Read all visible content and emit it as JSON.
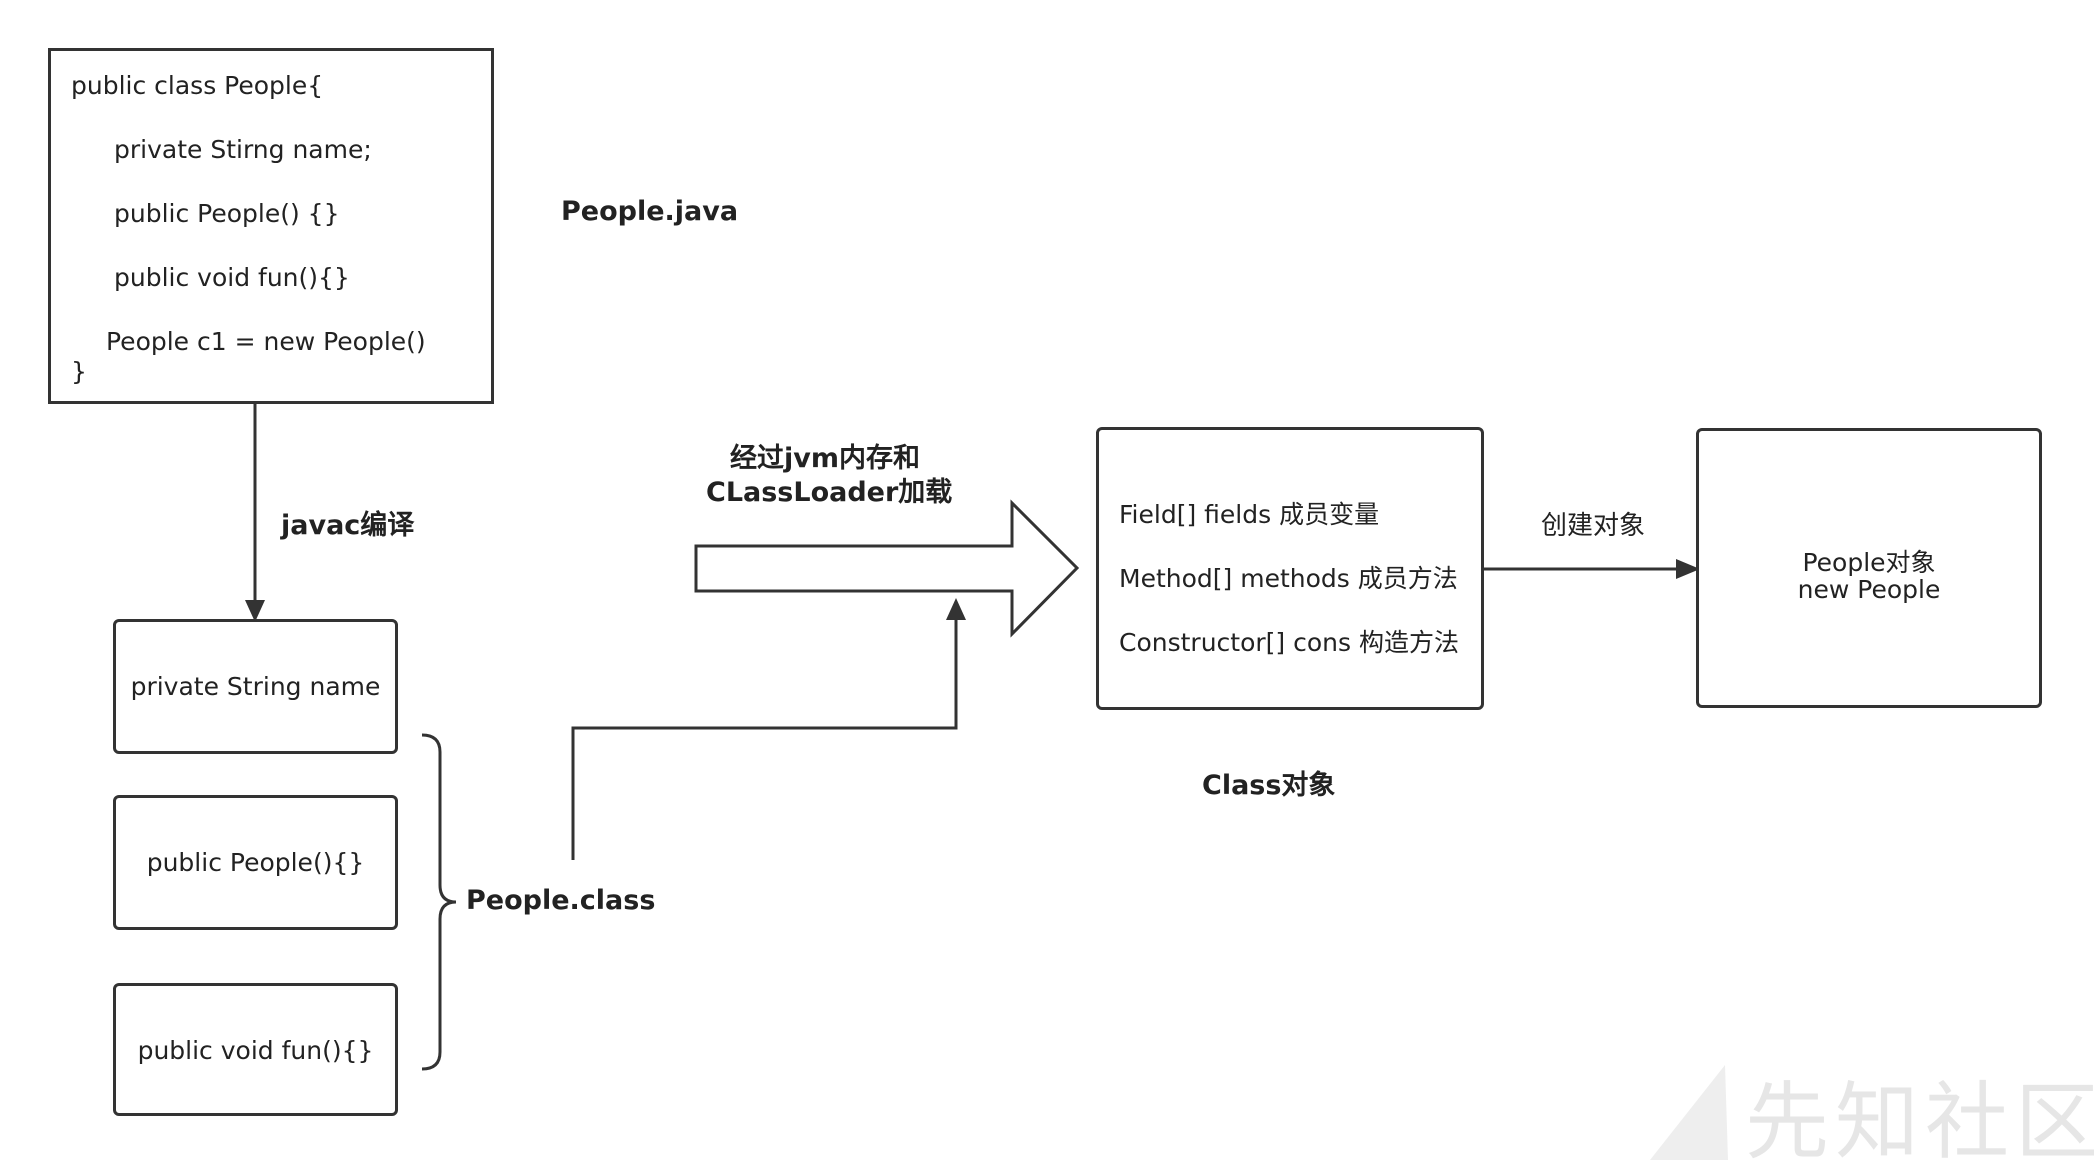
{
  "source_box": {
    "lines": [
      "public class People{",
      "private Stirng name;",
      "public People() {}",
      "public void fun(){}",
      "People c1 = new People()",
      "}"
    ],
    "caption": "People.java"
  },
  "compile_label": "javac编译",
  "class_parts": [
    "private String name",
    "public People(){}",
    "public void fun(){}"
  ],
  "class_file_label": "People.class",
  "load_label_line1": "经过jvm内存和",
  "load_label_line2": "CLassLoader加载",
  "class_object": {
    "lines": [
      "Field[] fields 成员变量",
      "Method[] methods 成员方法",
      "Constructor[] cons 构造方法"
    ],
    "caption": "Class对象"
  },
  "create_label": "创建对象",
  "people_object": {
    "line1": "People对象",
    "line2": "new People"
  },
  "watermark": "先知社区",
  "colors": {
    "stroke": "#333333",
    "text": "#222222",
    "watermark": "#e6e6e6"
  }
}
